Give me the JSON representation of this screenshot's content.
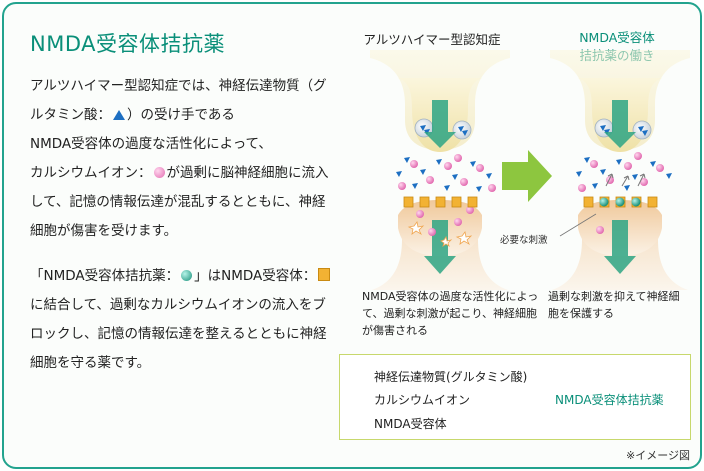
{
  "title": "NMDA受容体拮抗薬",
  "paragraph1": [
    {
      "t": "アルツハイマー型認知症では、神経伝達物質"
    },
    {
      "t": "（グルタミン酸："
    },
    {
      "icon": "tri"
    },
    {
      "t": "）の受け手である"
    },
    {
      "br": true
    },
    {
      "t": "NMDA受容体の過度な活性化によって、"
    },
    {
      "br": true
    },
    {
      "t": "カルシウムイオン："
    },
    {
      "icon": "ca"
    },
    {
      "t": "が過剰に脳神経細胞に流入して、記憶の情報伝達が混乱するとともに、神経細胞が傷害を受けます。"
    }
  ],
  "paragraph2": [
    {
      "t": "「NMDA受容体拮抗薬："
    },
    {
      "icon": "drug"
    },
    {
      "t": "」はNMDA受容体："
    },
    {
      "icon": "rec"
    },
    {
      "t": "に結合して、過剰なカルシウムイオンの流入をブロックし、記憶の情報伝達を整えるとともに神経細胞を守る薬です。"
    }
  ],
  "diagram": {
    "left_header": "アルツハイマー型認知症",
    "right_header_line1": "NMDA受容体",
    "right_header_line2": "拮抗薬の働き",
    "stimulus_label": "必要な刺激",
    "left_caption": "NMDA受容体の過度な活性化によって、過剰な刺激が起こり、神経細胞が傷害される",
    "right_caption": "過剰な刺激を抑えて神経細胞を保護する"
  },
  "legend": {
    "neurotransmitter": "神経伝達物質(グルタミン酸)",
    "calcium": "カルシウムイオン",
    "receptor": "NMDA受容体",
    "antagonist": "NMDA受容体拮抗薬"
  },
  "note": "※イメージ図",
  "colors": {
    "accent": "#0a8f79",
    "border": "#22a38e",
    "neurotransmitter": "#1d6fc2",
    "calcium": "#e26bb0",
    "receptor": "#f2b233",
    "antagonist": "#178f78",
    "arrow": "#8dc63f",
    "legend_border": "#c7d86c"
  }
}
